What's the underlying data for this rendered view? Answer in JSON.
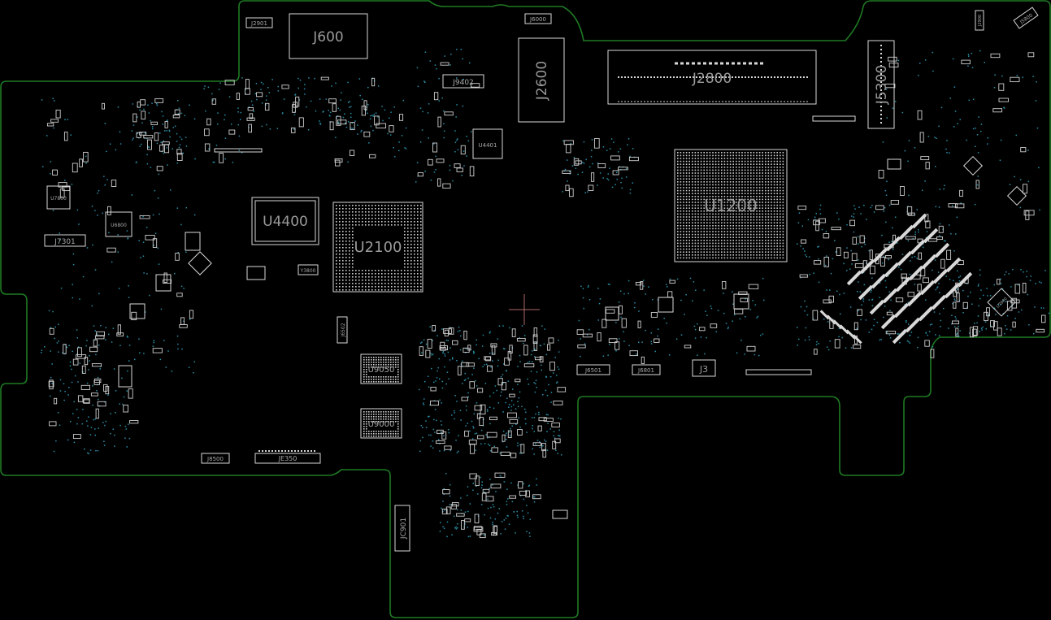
{
  "colors": {
    "background": "#000000",
    "outline": "#1f7a24",
    "silkscreen": "#d8d8d8",
    "label": "#9a9a9a",
    "via": "#2a8fa8",
    "cursor": "#b06a6a"
  },
  "components": {
    "J600": "J600",
    "J2600": "J2600",
    "J2800": "J2800",
    "J5300": "J5300",
    "U4400": "U4400",
    "U2100": "U2100",
    "U1200": "U1200",
    "U9050": "U9050",
    "U9000": "U9000",
    "J3": "J3"
  },
  "small_labels": {
    "J2901": "J2901",
    "J6000": "J6000",
    "J9402": "J9402",
    "U4401": "U4401",
    "U7800": "U7800",
    "U6800": "U6800",
    "J7301": "J7301",
    "Y3800": "Y3800",
    "J6502": "J6502",
    "J6501": "J6501",
    "J6801": "J6801",
    "J8500": "J8500",
    "JE350": "JE350",
    "JC901": "JC901",
    "J5800": "J5800",
    "J2900": "J2900",
    "U7600": "U7600"
  }
}
